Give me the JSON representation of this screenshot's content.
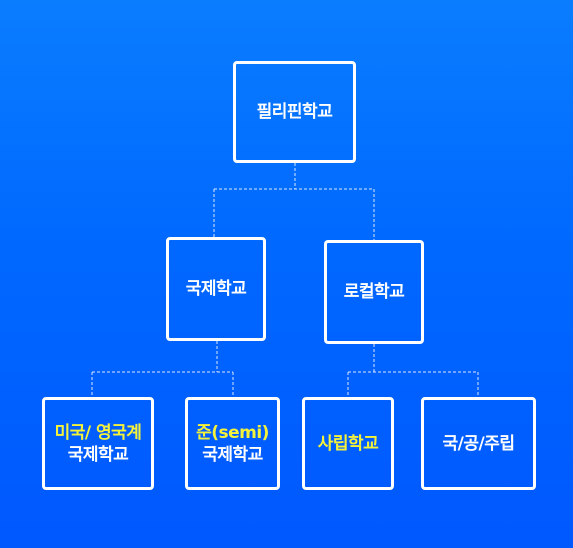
{
  "diagram": {
    "root": {
      "label": "필리핀학교"
    },
    "level1": {
      "international": {
        "label": "국제학교"
      },
      "local": {
        "label": "로컬학교"
      }
    },
    "level2": {
      "us_uk": {
        "line1": "미국/ 영국계",
        "line2": "국제학교"
      },
      "semi": {
        "line1": "준(semi)",
        "line2": "국제학교"
      },
      "private": {
        "label": "사립학교"
      },
      "public": {
        "label": "국/공/주립"
      }
    }
  },
  "colors": {
    "background_top": "#0a7dff",
    "background_bottom": "#0058ff",
    "box_border": "#ffffff",
    "text_white": "#ffffff",
    "text_yellow": "#f5f23a",
    "connector": "#ffffff"
  }
}
